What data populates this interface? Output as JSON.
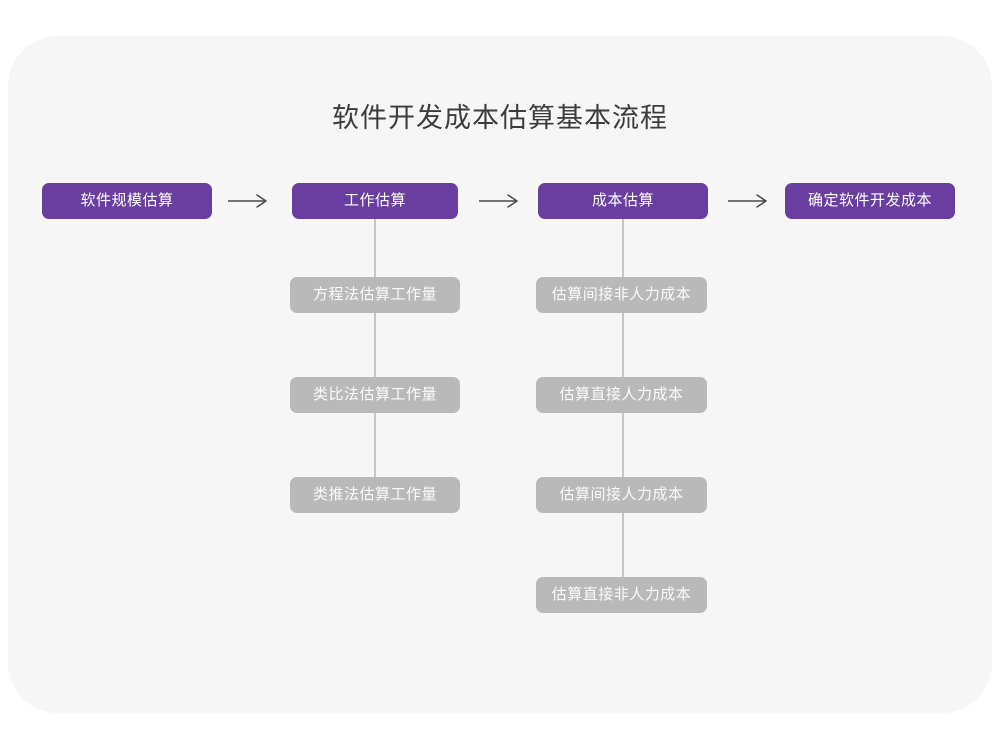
{
  "title": "软件开发成本估算基本流程",
  "colors": {
    "primary_box": "#6a3ea0",
    "sub_box": "#b9b9b9",
    "card_background": "#f6f6f7",
    "connector_line": "#c5c5c5",
    "arrow": "#4a4a4a",
    "title_text": "#3c3c3c"
  },
  "main_flow": [
    {
      "label": "软件规模估算"
    },
    {
      "label": "工作估算"
    },
    {
      "label": "成本估算"
    },
    {
      "label": "确定软件开发成本"
    }
  ],
  "work_estimation_methods": [
    {
      "label": "方程法估算工作量"
    },
    {
      "label": "类比法估算工作量"
    },
    {
      "label": "类推法估算工作量"
    }
  ],
  "cost_estimation_steps": [
    {
      "label": "估算间接非人力成本"
    },
    {
      "label": "估算直接人力成本"
    },
    {
      "label": "估算间接人力成本"
    },
    {
      "label": "估算直接非人力成本"
    }
  ]
}
